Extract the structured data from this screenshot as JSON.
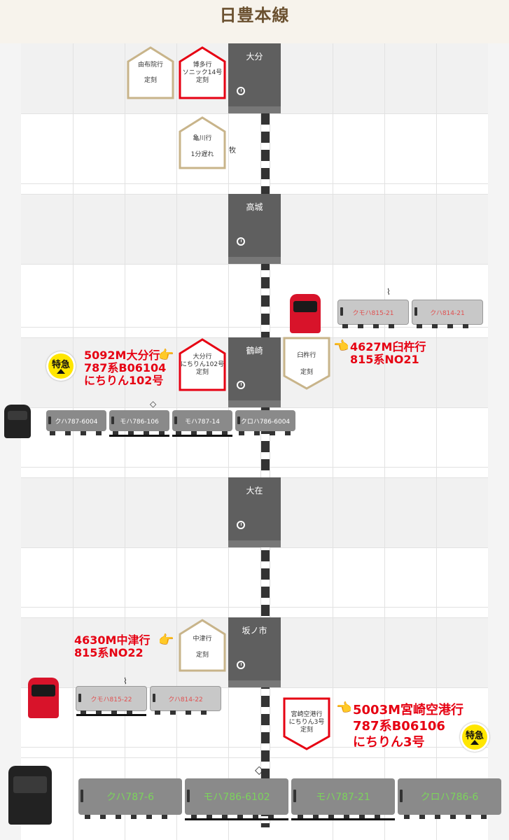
{
  "header": {
    "title": "日豊本線"
  },
  "stations": [
    {
      "name": "大分"
    },
    {
      "name": "高城"
    },
    {
      "name": "鶴崎"
    },
    {
      "name": "大在"
    },
    {
      "name": "坂ノ市"
    }
  ],
  "stub_label": "牧",
  "tags": [
    {
      "line1": "由布院行",
      "line2": "",
      "line3": "定刻",
      "type": "local"
    },
    {
      "line1": "博多行",
      "line2": "ソニック14号",
      "line3": "定刻",
      "type": "express"
    },
    {
      "line1": "亀川行",
      "line2": "1分遅れ",
      "line3": "",
      "type": "local"
    },
    {
      "line1": "大分行",
      "line2": "にちりん102号",
      "line3": "定刻",
      "type": "express"
    },
    {
      "line1": "臼杵行",
      "line2": "",
      "line3": "定刻",
      "type": "local"
    },
    {
      "line1": "中津行",
      "line2": "",
      "line3": "定刻",
      "type": "local"
    },
    {
      "line1": "宮崎空港行",
      "line2": "にちりん3号",
      "line3": "定刻",
      "type": "express"
    }
  ],
  "notes": [
    {
      "lines": [
        "5092M大分行",
        "787系B06104",
        "にちりん102号"
      ],
      "point": "👉"
    },
    {
      "lines": [
        "4627M臼杵行",
        "815系NO21"
      ],
      "point": "👈"
    },
    {
      "lines": [
        "4630M中津行",
        "815系NO22"
      ],
      "point": "👉"
    },
    {
      "lines": [
        "5003M宮崎空港行",
        "787系B06106",
        "にちりん3号"
      ],
      "point": "👈"
    }
  ],
  "tokkyu_label": "特急",
  "trains": {
    "t815_21": [
      "クモハ815-21",
      "クハ814-21"
    ],
    "t787_6004": [
      "クハ787-6004",
      "モハ786-106",
      "モハ787-14",
      "クロハ786-6004"
    ],
    "t815_22": [
      "クモハ815-22",
      "クハ814-22"
    ],
    "t787_6": [
      "クハ787-6",
      "モハ786-6102",
      "モハ787-21",
      "クロハ786-6"
    ]
  },
  "colors": {
    "express_border": "#e60012",
    "local_border": "#c8b48a",
    "note_text": "#e60012",
    "station_fill": "#5f5f5f",
    "title": "#6b5130"
  }
}
